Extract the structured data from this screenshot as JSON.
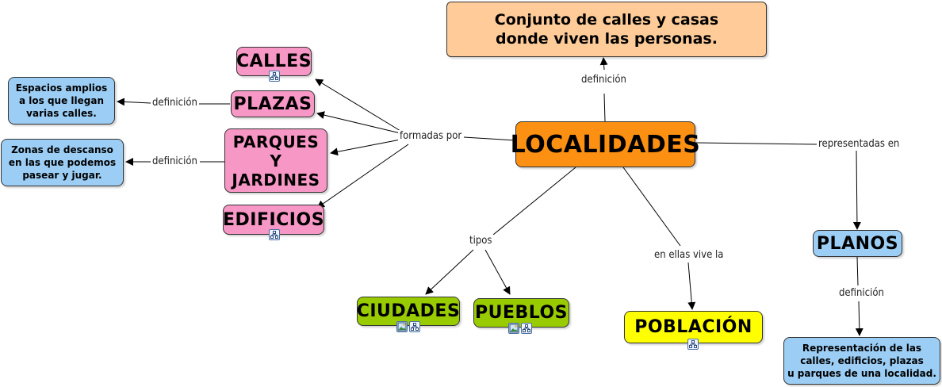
{
  "nodes": {
    "localidades": "LOCALIDADES",
    "definition_top": "Conjunto de calles y casas\ndonde viven las personas.",
    "calles": "CALLES",
    "plazas": "PLAZAS",
    "parques": "PARQUES\nY\nJARDINES",
    "edificios": "EDIFICIOS",
    "espacios": "Espacios amplios\na los que llegan\nvarias calles.",
    "zonas": "Zonas de descanso\nen las que podemos\npasear y jugar.",
    "ciudades": "CIUDADES",
    "pueblos": "PUEBLOS",
    "poblacion": "POBLACIÓN",
    "planos": "PLANOS",
    "representacion": "Representación de las\ncalles, edificios, plazas\nu parques de una localidad."
  },
  "links": {
    "definicion_top": "definición",
    "formadas_por": "formadas por",
    "definicion_plazas": "definición",
    "definicion_parques": "definición",
    "representadas_en": "representadas en",
    "tipos": "tipos",
    "en_ellas_vive_la": "en ellas vive la",
    "definicion_planos": "definición"
  },
  "icons": {
    "calles": [
      "concept-map-icon"
    ],
    "edificios": [
      "concept-map-icon"
    ],
    "ciudades": [
      "image-icon",
      "concept-map-icon"
    ],
    "pueblos": [
      "image-icon",
      "concept-map-icon"
    ],
    "poblacion": [
      "concept-map-icon"
    ]
  },
  "colors": {
    "pink": "#f797c6",
    "blue": "#9ccef5",
    "orange": "#fb9012",
    "peach": "#ffcc99",
    "green": "#99cc00",
    "yellow": "#ffff00"
  }
}
